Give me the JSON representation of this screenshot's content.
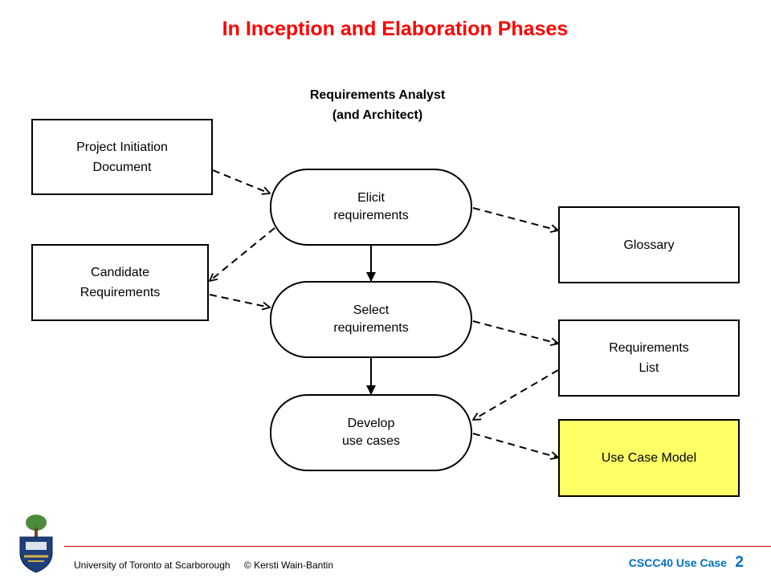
{
  "title": "In Inception and Elaboration Phases",
  "actor": "Requirements Analyst\n(and Architect)",
  "artifacts_left": {
    "project_initiation": "Project Initiation\nDocument",
    "candidate_requirements": "Candidate\nRequirements"
  },
  "activities": {
    "elicit": "Elicit\nrequirements",
    "select": "Select\nrequirements",
    "develop": "Develop\nuse cases"
  },
  "artifacts_right": {
    "glossary": "Glossary",
    "requirements_list": "Requirements\nList",
    "use_case_model": "Use Case Model"
  },
  "colors": {
    "title": "#ff0000",
    "highlight": "#ffff66",
    "footer_accent": "#0070c0",
    "footer_line": "#c00000"
  },
  "footer": {
    "university": "University of Toronto at Scarborough",
    "author": "© Kersti Wain-Bantin",
    "course": "CSCC40   Use Case",
    "page_number": "2"
  },
  "icons": {
    "logo": "university-crest-icon"
  }
}
